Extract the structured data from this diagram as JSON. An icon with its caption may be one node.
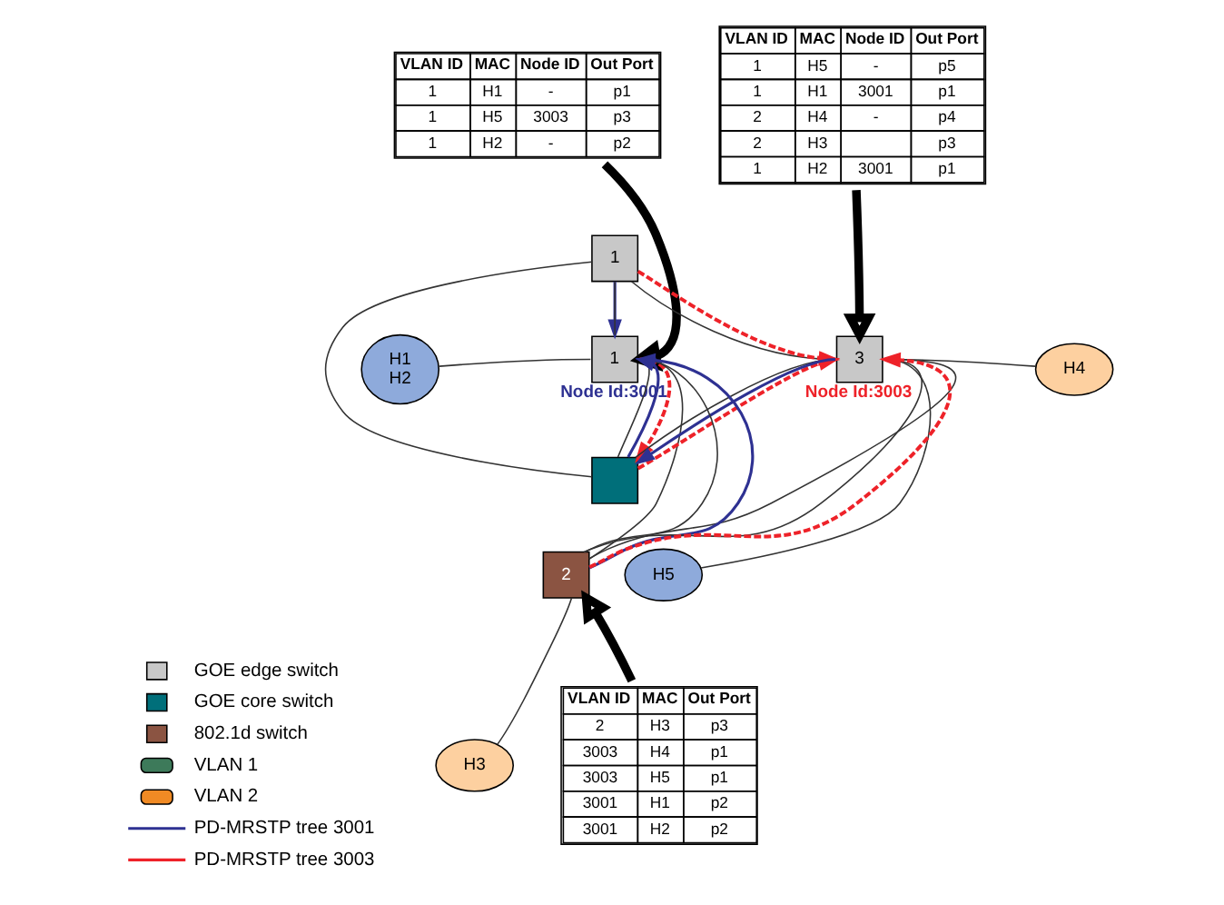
{
  "diagram": {
    "nodes": [
      {
        "text": [
          "VLAN ID",
          "MAC",
          "Node ID",
          "Out Port",
          "1",
          "H1",
          "-",
          "p1",
          "1",
          "H5",
          "3003",
          "p3",
          "1",
          "H2",
          "-",
          "p2"
        ]
      },
      {
        "text": [
          "VLAN ID",
          "MAC",
          "Node ID",
          "Out Port",
          "1",
          "H5",
          "-",
          "p5",
          "1",
          "H1",
          "3001",
          "p1",
          "2",
          "H4",
          "-",
          "p4",
          "2",
          "H3",
          "p3",
          "1",
          "H2",
          "3001",
          "p1"
        ]
      },
      {
        "text": [
          "1"
        ]
      },
      {
        "text": [
          "H1",
          "H2"
        ]
      },
      {
        "text": [
          "1"
        ],
        "beside": [
          "Node Id:3001"
        ]
      },
      {
        "text": [],
        "shape": "box"
      },
      {
        "text": [
          "3"
        ],
        "beside": [
          "Node Id:3003"
        ]
      },
      {
        "text": [
          "H4"
        ]
      },
      {
        "text": [
          "H5"
        ]
      },
      {
        "text": [
          "2"
        ]
      },
      {
        "text": [
          "H3"
        ]
      },
      {
        "text": [
          "VLAN ID",
          "MAC",
          "Out Port",
          "2",
          "H3",
          "p3",
          "3003",
          "H4",
          "p1",
          "3003",
          "H5",
          "p1",
          "3001",
          "H1",
          "p2",
          "3001",
          "H2",
          "p2"
        ]
      }
    ],
    "edges": [
      {
        "from": 0,
        "to": 4,
        "arrow": "to",
        "style": "thick"
      },
      {
        "from": 1,
        "to": 6,
        "arrow": "to",
        "style": "thick"
      },
      {
        "from": 11,
        "to": 9,
        "arrow": "to",
        "style": "thick"
      },
      {
        "from": 4,
        "to": 2,
        "arrow": "none"
      },
      {
        "from": 2,
        "to": 6,
        "arrow": "none"
      },
      {
        "from": 6,
        "to": 9,
        "arrow": "none"
      },
      {
        "from": 9,
        "to": 4,
        "arrow": "none"
      },
      {
        "from": 2,
        "to": 5,
        "arrow": "none"
      },
      {
        "from": 4,
        "to": 5,
        "arrow": "none"
      },
      {
        "from": 5,
        "to": 6,
        "arrow": "none"
      },
      {
        "from": 4,
        "to": 9,
        "arrow": "none"
      },
      {
        "from": 9,
        "to": 6,
        "arrow": "none"
      },
      {
        "from": 3,
        "to": 4,
        "arrow": "none"
      },
      {
        "from": 7,
        "to": 6,
        "arrow": "none"
      },
      {
        "from": 8,
        "to": 6,
        "arrow": "none"
      },
      {
        "from": 10,
        "to": 9,
        "arrow": "none"
      },
      {
        "from": 2,
        "to": 4,
        "arrow": "to",
        "color": "#2e3192"
      },
      {
        "from": 5,
        "to": 4,
        "arrow": "to",
        "color": "#2e3192"
      },
      {
        "from": 6,
        "to": 5,
        "arrow": "to",
        "color": "#2e3192"
      },
      {
        "from": 9,
        "to": 4,
        "arrow": "to",
        "color": "#2e3192"
      },
      {
        "from": 2,
        "to": 6,
        "arrow": "to",
        "style": "dashed",
        "color": "#ee2229"
      },
      {
        "from": 4,
        "to": 5,
        "arrow": "to",
        "style": "dashed",
        "color": "#ee2229"
      },
      {
        "from": 5,
        "to": 6,
        "arrow": "to",
        "style": "dashed",
        "color": "#ee2229"
      },
      {
        "from": 9,
        "to": 6,
        "arrow": "to",
        "style": "dashed",
        "color": "#ee2229"
      }
    ],
    "legend": [
      {
        "text": "GOE edge switch",
        "color": "#c8c8c8"
      },
      {
        "text": "GOE core switch",
        "color": "#006f7a"
      },
      {
        "text": "802.1d switch",
        "color": "#8b5442"
      },
      {
        "text": "VLAN 1",
        "color": "#3d7a5a"
      },
      {
        "text": "VLAN 2",
        "color": "#f08a24"
      },
      {
        "text": "PD-MRSTP tree 3001"
      },
      {
        "text": "PD-MRSTP tree 3003"
      }
    ]
  }
}
